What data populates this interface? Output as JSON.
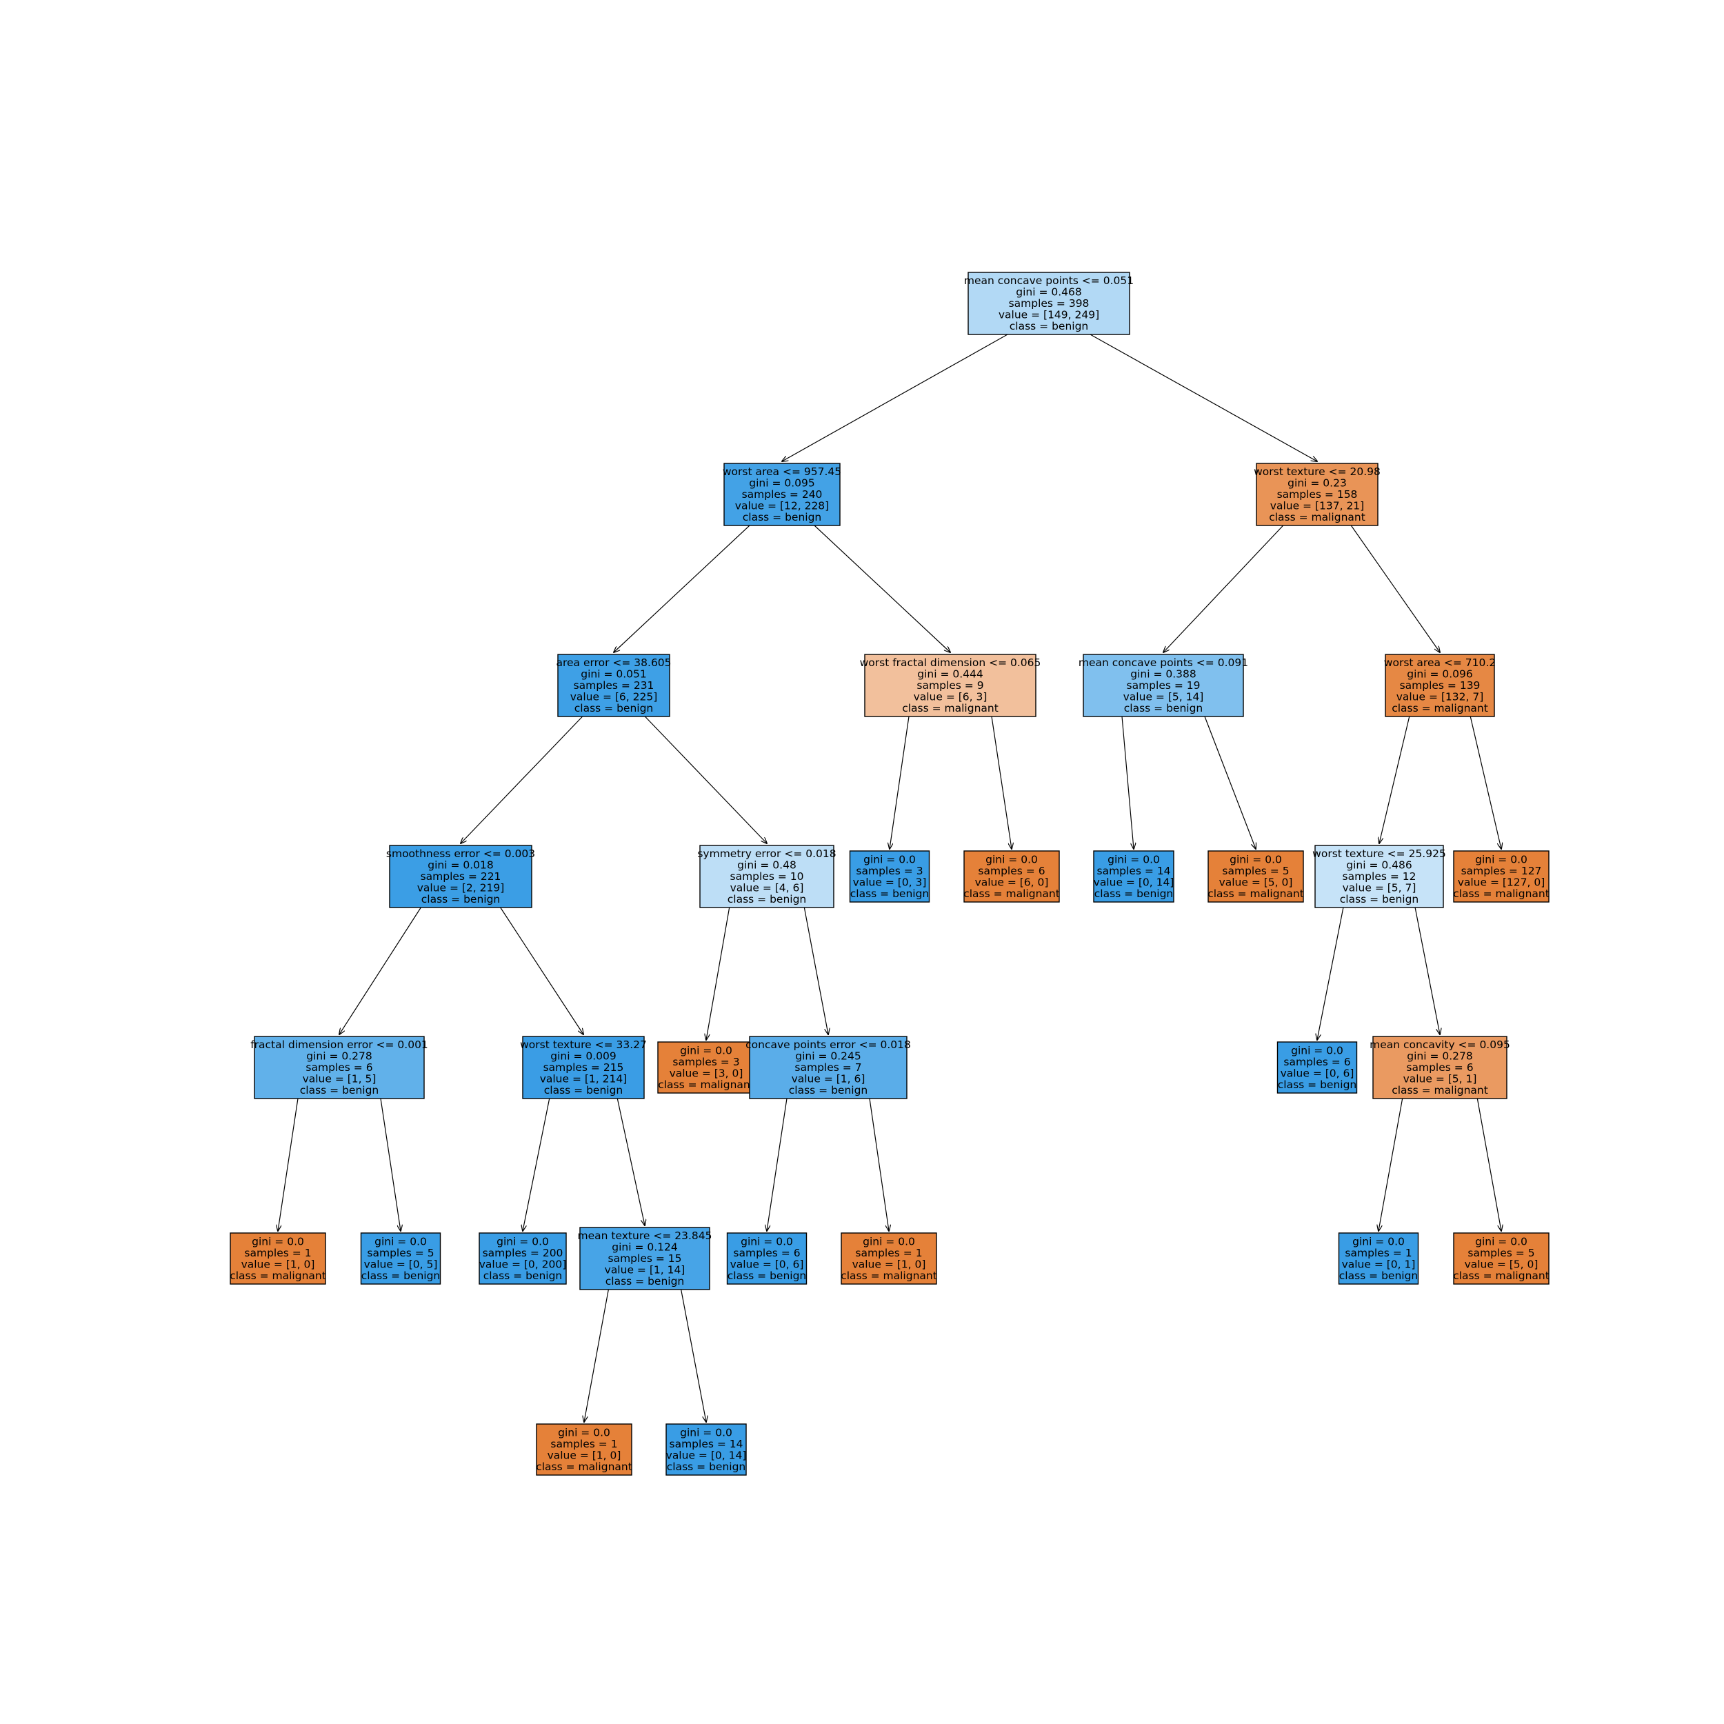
{
  "colors": {
    "benign": "#399de5",
    "malignant": "#e58139"
  },
  "tree": {
    "nodes": [
      {
        "id": 0,
        "lines": [
          "mean concave points <= 0.051",
          "gini = 0.468",
          "samples = 398",
          "value = [149, 249]",
          "class = benign"
        ],
        "fill": "#b2d9f5"
      },
      {
        "id": 1,
        "lines": [
          "worst area <= 957.45",
          "gini = 0.095",
          "samples = 240",
          "value = [12, 228]",
          "class = benign"
        ],
        "fill": "#43a2e6"
      },
      {
        "id": 2,
        "lines": [
          "area error <= 38.605",
          "gini = 0.051",
          "samples = 231",
          "value = [6, 225]",
          "class = benign"
        ],
        "fill": "#3ea0e6"
      },
      {
        "id": 3,
        "lines": [
          "smoothness error <= 0.003",
          "gini = 0.018",
          "samples = 221",
          "value = [2, 219]",
          "class = benign"
        ],
        "fill": "#3b9ee5"
      },
      {
        "id": 4,
        "lines": [
          "fractal dimension error <= 0.001",
          "gini = 0.278",
          "samples = 6",
          "value = [1, 5]",
          "class = benign"
        ],
        "fill": "#61b1ea"
      },
      {
        "id": 5,
        "lines": [
          "gini = 0.0",
          "samples = 1",
          "value = [1, 0]",
          "class = malignant"
        ],
        "fill": "#e58139"
      },
      {
        "id": 6,
        "lines": [
          "gini = 0.0",
          "samples = 5",
          "value = [0, 5]",
          "class = benign"
        ],
        "fill": "#399de5"
      },
      {
        "id": 7,
        "lines": [
          "worst texture <= 33.27",
          "gini = 0.009",
          "samples = 215",
          "value = [1, 214]",
          "class = benign"
        ],
        "fill": "#3a9de5"
      },
      {
        "id": 8,
        "lines": [
          "gini = 0.0",
          "samples = 200",
          "value = [0, 200]",
          "class = benign"
        ],
        "fill": "#399de5"
      },
      {
        "id": 9,
        "lines": [
          "mean texture <= 23.845",
          "gini = 0.124",
          "samples = 15",
          "value = [1, 14]",
          "class = benign"
        ],
        "fill": "#47a4e7"
      },
      {
        "id": 10,
        "lines": [
          "gini = 0.0",
          "samples = 1",
          "value = [1, 0]",
          "class = malignant"
        ],
        "fill": "#e58139"
      },
      {
        "id": 11,
        "lines": [
          "gini = 0.0",
          "samples = 14",
          "value = [0, 14]",
          "class = benign"
        ],
        "fill": "#399de5"
      },
      {
        "id": 12,
        "lines": [
          "symmetry error <= 0.018",
          "gini = 0.48",
          "samples = 10",
          "value = [4, 6]",
          "class = benign"
        ],
        "fill": "#bddef6"
      },
      {
        "id": 13,
        "lines": [
          "gini = 0.0",
          "samples = 3",
          "value = [3, 0]",
          "class = malignant"
        ],
        "fill": "#e58139"
      },
      {
        "id": 14,
        "lines": [
          "concave points error <= 0.018",
          "gini = 0.245",
          "samples = 7",
          "value = [1, 6]",
          "class = benign"
        ],
        "fill": "#5aade9"
      },
      {
        "id": 15,
        "lines": [
          "gini = 0.0",
          "samples = 6",
          "value = [0, 6]",
          "class = benign"
        ],
        "fill": "#399de5"
      },
      {
        "id": 16,
        "lines": [
          "gini = 0.0",
          "samples = 1",
          "value = [1, 0]",
          "class = malignant"
        ],
        "fill": "#e58139"
      },
      {
        "id": 17,
        "lines": [
          "worst fractal dimension <= 0.065",
          "gini = 0.444",
          "samples = 9",
          "value = [6, 3]",
          "class = malignant"
        ],
        "fill": "#f2c09c"
      },
      {
        "id": 18,
        "lines": [
          "gini = 0.0",
          "samples = 3",
          "value = [0, 3]",
          "class = benign"
        ],
        "fill": "#399de5"
      },
      {
        "id": 19,
        "lines": [
          "gini = 0.0",
          "samples = 6",
          "value = [6, 0]",
          "class = malignant"
        ],
        "fill": "#e58139"
      },
      {
        "id": 20,
        "lines": [
          "worst texture <= 20.98",
          "gini = 0.23",
          "samples = 158",
          "value = [137, 21]",
          "class = malignant"
        ],
        "fill": "#e99457"
      },
      {
        "id": 21,
        "lines": [
          "mean concave points <= 0.091",
          "gini = 0.388",
          "samples = 19",
          "value = [5, 14]",
          "class = benign"
        ],
        "fill": "#80c0ee"
      },
      {
        "id": 22,
        "lines": [
          "gini = 0.0",
          "samples = 14",
          "value = [0, 14]",
          "class = benign"
        ],
        "fill": "#399de5"
      },
      {
        "id": 23,
        "lines": [
          "gini = 0.0",
          "samples = 5",
          "value = [5, 0]",
          "class = malignant"
        ],
        "fill": "#e58139"
      },
      {
        "id": 24,
        "lines": [
          "worst area <= 710.2",
          "gini = 0.096",
          "samples = 139",
          "value = [132, 7]",
          "class = malignant"
        ],
        "fill": "#e68844"
      },
      {
        "id": 25,
        "lines": [
          "worst texture <= 25.925",
          "gini = 0.486",
          "samples = 12",
          "value = [5, 7]",
          "class = benign"
        ],
        "fill": "#c6e3f8"
      },
      {
        "id": 26,
        "lines": [
          "gini = 0.0",
          "samples = 6",
          "value = [0, 6]",
          "class = benign"
        ],
        "fill": "#399de5"
      },
      {
        "id": 27,
        "lines": [
          "mean concavity <= 0.095",
          "gini = 0.278",
          "samples = 6",
          "value = [5, 1]",
          "class = malignant"
        ],
        "fill": "#ea9a61"
      },
      {
        "id": 28,
        "lines": [
          "gini = 0.0",
          "samples = 1",
          "value = [0, 1]",
          "class = benign"
        ],
        "fill": "#399de5"
      },
      {
        "id": 29,
        "lines": [
          "gini = 0.0",
          "samples = 5",
          "value = [5, 0]",
          "class = malignant"
        ],
        "fill": "#e58139"
      },
      {
        "id": 30,
        "lines": [
          "gini = 0.0",
          "samples = 127",
          "value = [127, 0]",
          "class = malignant"
        ],
        "fill": "#e58139"
      }
    ],
    "edges": [
      [
        0,
        1
      ],
      [
        0,
        20
      ],
      [
        1,
        2
      ],
      [
        1,
        17
      ],
      [
        2,
        3
      ],
      [
        2,
        12
      ],
      [
        3,
        4
      ],
      [
        3,
        7
      ],
      [
        4,
        5
      ],
      [
        4,
        6
      ],
      [
        7,
        8
      ],
      [
        7,
        9
      ],
      [
        9,
        10
      ],
      [
        9,
        11
      ],
      [
        12,
        13
      ],
      [
        12,
        14
      ],
      [
        14,
        15
      ],
      [
        14,
        16
      ],
      [
        17,
        18
      ],
      [
        17,
        19
      ],
      [
        20,
        21
      ],
      [
        20,
        24
      ],
      [
        21,
        22
      ],
      [
        21,
        23
      ],
      [
        24,
        25
      ],
      [
        24,
        30
      ],
      [
        25,
        26
      ],
      [
        25,
        27
      ],
      [
        27,
        28
      ],
      [
        27,
        29
      ]
    ]
  }
}
